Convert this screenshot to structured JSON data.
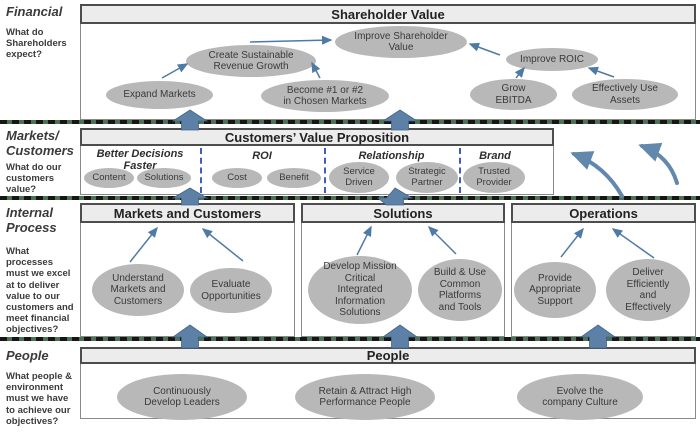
{
  "colors": {
    "accent_arrow_blue": "#4e7ba6",
    "fat_arrow_blue": "#5d81a6",
    "curved_arrow_blue": "#6288ad",
    "oval_fill": "#b8b8b8",
    "header_fill": "#ececec",
    "header_border": "#4d4d4d",
    "column_divider_blue": "#3f5fc0",
    "separator_dash": "#161616",
    "sidebar_text": "#3b3b3b"
  },
  "sidebar": {
    "financial": {
      "title": "Financial",
      "question": "What do\nShareholders\nexpect?"
    },
    "markets": {
      "title": "Markets/\nCustomers",
      "question": "What do our\ncustomers\nvalue?"
    },
    "internal": {
      "title": "Internal\nProcess",
      "question": "What\nprocesses\nmust we excel\nat to deliver\nvalue to our\ncustomers and\nmeet financial\nobjectives?"
    },
    "people": {
      "title": "People",
      "question": "What people &\nenvironment\nmust we have\nto achieve our\nobjectives?"
    }
  },
  "financial": {
    "header": "Shareholder Value",
    "nodes": [
      "Expand Markets",
      "Create Sustainable\nRevenue Growth",
      "Become #1 or #2\nin Chosen Markets",
      "Improve Shareholder\nValue",
      "Improve ROIC",
      "Grow\nEBITDA",
      "Effectively Use\nAssets"
    ]
  },
  "customer": {
    "header": "Customers’ Value Proposition",
    "columns": [
      {
        "title": "Better Decisions\nFaster",
        "ovals": [
          "Content",
          "Solutions"
        ]
      },
      {
        "title": "ROI",
        "ovals": [
          "Cost",
          "Benefit"
        ]
      },
      {
        "title": "Relationship",
        "ovals": [
          "Service\nDriven",
          "Strategic\nPartner"
        ]
      },
      {
        "title": "Brand",
        "ovals": [
          "Trusted\nProvider"
        ]
      }
    ]
  },
  "internal": {
    "boxes": [
      {
        "header": "Markets and Customers",
        "ovals": [
          "Understand\nMarkets and\nCustomers",
          "Evaluate\nOpportunities"
        ]
      },
      {
        "header": "Solutions",
        "ovals": [
          "Develop Mission\nCritical\nIntegrated\nInformation\nSolutions",
          "Build & Use\nCommon\nPlatforms\nand Tools"
        ]
      },
      {
        "header": "Operations",
        "ovals": [
          "Provide\nAppropriate\nSupport",
          "Deliver\nEfficiently\nand\nEffectively"
        ]
      }
    ]
  },
  "people": {
    "header": "People",
    "ovals": [
      "Continuously\nDevelop Leaders",
      "Retain & Attract High\nPerformance People",
      "Evolve the\ncompany Culture"
    ]
  }
}
